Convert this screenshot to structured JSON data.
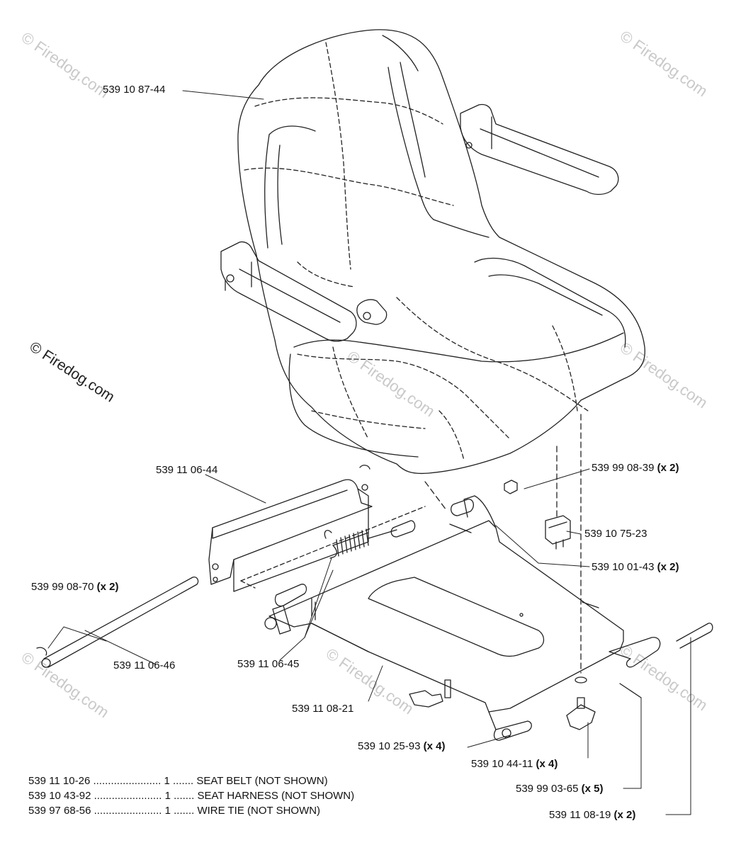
{
  "labels": {
    "seat": "539 10 87-44",
    "rail_plate": "539 11 06-44",
    "nut": "539 99 08-39",
    "nut_qty": "(x 2)",
    "switch": "539 10 75-23",
    "bolt": "539 10 01-43",
    "bolt_qty": "(x 2)",
    "clip": "539 99 08-70",
    "clip_qty": "(x 2)",
    "rod": "539 11 06-46",
    "spring": "539 11 06-45",
    "base_plate": "539 11 08-21",
    "bushing": "539 10 25-93",
    "bushing_qty": "(x 4)",
    "knob": "539 10 44-11",
    "knob_qty": "(x 4)",
    "pin": "539 99 03-65",
    "pin_qty": "(x 5)",
    "hinge_pin": "539 11 08-19",
    "hinge_pin_qty": "(x 2)"
  },
  "notes": [
    {
      "text": "539 11 10-26 ....................... 1 ....... SEAT BELT (NOT SHOWN)"
    },
    {
      "text": "539 10 43-92 ....................... 1 ....... SEAT HARNESS (NOT SHOWN)"
    },
    {
      "text": "539 97 68-56 ....................... 1 ....... WIRE TIE (NOT SHOWN)"
    }
  ],
  "watermarks": {
    "main": "© Firedog.com",
    "faint": "© Firedog.com"
  }
}
